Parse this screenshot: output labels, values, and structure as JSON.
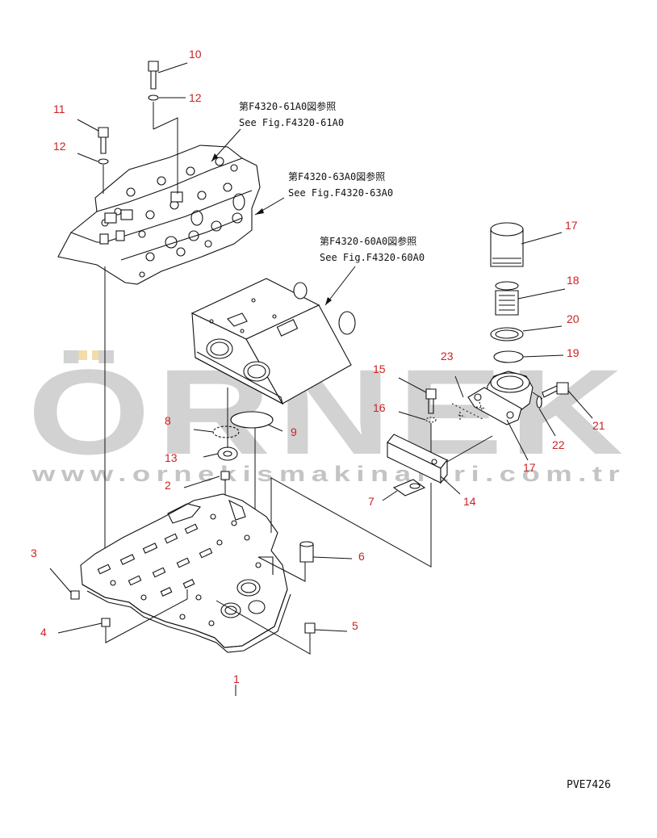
{
  "watermark": {
    "brand": "ÖRNEK",
    "url": "www.ornekismakinalari.com.tr",
    "color": "#d2d2d2",
    "accent": "#f2dca8"
  },
  "references": [
    {
      "id": "ref-61",
      "jp": "第F4320-61A0図参照",
      "en": "See Fig.F4320-61A0"
    },
    {
      "id": "ref-63",
      "jp": "第F4320-63A0図参照",
      "en": "See Fig.F4320-63A0"
    },
    {
      "id": "ref-60",
      "jp": "第F4320-60A0図参照",
      "en": "See Fig.F4320-60A0"
    }
  ],
  "callouts": [
    {
      "n": "1"
    },
    {
      "n": "2"
    },
    {
      "n": "3"
    },
    {
      "n": "4"
    },
    {
      "n": "5"
    },
    {
      "n": "6"
    },
    {
      "n": "7"
    },
    {
      "n": "8"
    },
    {
      "n": "9"
    },
    {
      "n": "10"
    },
    {
      "n": "11"
    },
    {
      "n": "12"
    },
    {
      "n": "12"
    },
    {
      "n": "13"
    },
    {
      "n": "14"
    },
    {
      "n": "15"
    },
    {
      "n": "16"
    },
    {
      "n": "17"
    },
    {
      "n": "17"
    },
    {
      "n": "18"
    },
    {
      "n": "19"
    },
    {
      "n": "20"
    },
    {
      "n": "21"
    },
    {
      "n": "22"
    },
    {
      "n": "23"
    }
  ],
  "label_color": "#cc2222",
  "drawing_code": "PVE7426"
}
